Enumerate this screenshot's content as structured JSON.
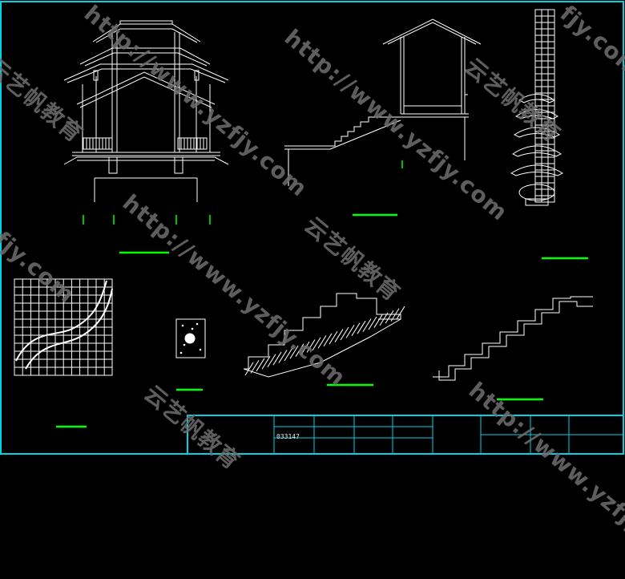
{
  "title_block": {
    "sheet_number": "033147"
  },
  "watermarks": {
    "url": "http://www.yzfjy.com",
    "brand": "云艺帆教育",
    "domain": "fjy.com"
  },
  "colors": {
    "background": "#000000",
    "border": "#00d2e6",
    "linework": "#ffffff",
    "dimension": "#00ff00",
    "watermark": "#6f6f6f"
  },
  "drawings": [
    "pavilion-section",
    "pavilion-with-stair",
    "pagoda-tower",
    "curved-path-grid",
    "stone-lantern-detail",
    "hatched-stair-section",
    "stair-profile"
  ]
}
